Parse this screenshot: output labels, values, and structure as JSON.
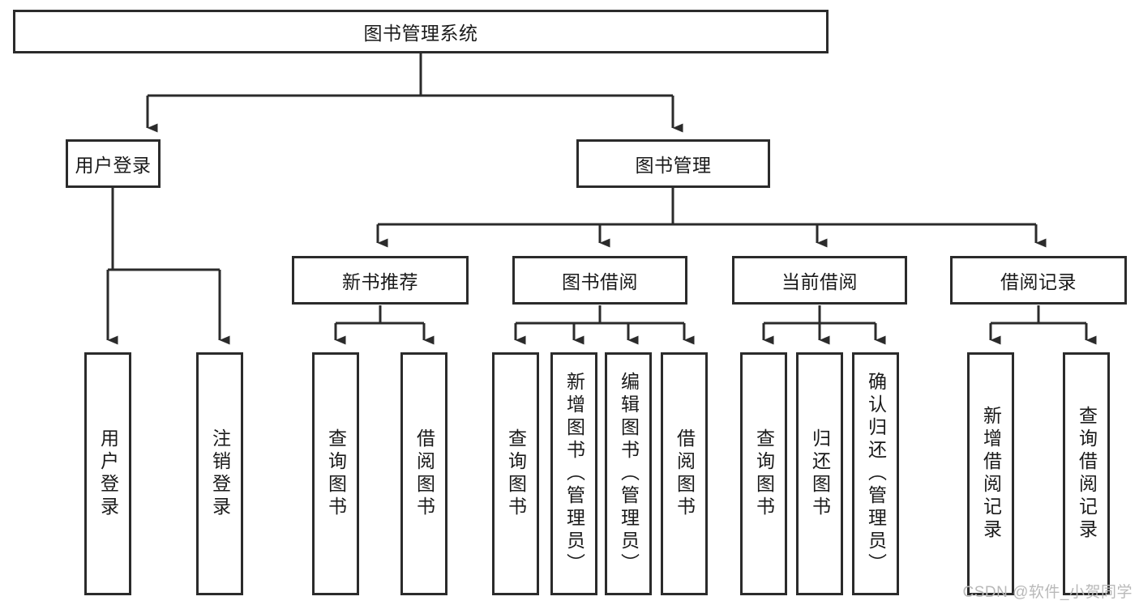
{
  "diagram": {
    "title": "图书管理系统",
    "type": "hierarchy-tree",
    "root": {
      "id": "root",
      "label": "图书管理系统"
    },
    "level2": [
      {
        "id": "user-login",
        "label": "用户登录"
      },
      {
        "id": "book-manage",
        "label": "图书管理"
      }
    ],
    "level3": [
      {
        "id": "new-book-recommend",
        "label": "新书推荐"
      },
      {
        "id": "book-borrow",
        "label": "图书借阅"
      },
      {
        "id": "current-borrow",
        "label": "当前借阅"
      },
      {
        "id": "borrow-record",
        "label": "借阅记录"
      }
    ],
    "leaves": {
      "user_login": [
        {
          "id": "leaf-user-login",
          "label": "用户登录"
        },
        {
          "id": "leaf-logout-login",
          "label": "注销登录"
        }
      ],
      "new_book_recommend": [
        {
          "id": "leaf-query-book-1",
          "label": "查询图书"
        },
        {
          "id": "leaf-borrow-book-1",
          "label": "借阅图书"
        }
      ],
      "book_borrow": [
        {
          "id": "leaf-query-book-2",
          "label": "查询图书"
        },
        {
          "id": "leaf-add-book",
          "label": "新增图书（管理员）"
        },
        {
          "id": "leaf-edit-book",
          "label": "编辑图书（管理员）"
        },
        {
          "id": "leaf-borrow-book-2",
          "label": "借阅图书"
        }
      ],
      "current_borrow": [
        {
          "id": "leaf-query-book-3",
          "label": "查询图书"
        },
        {
          "id": "leaf-return-book",
          "label": "归还图书"
        },
        {
          "id": "leaf-confirm-return",
          "label": "确认归还（管理员）"
        }
      ],
      "borrow_record": [
        {
          "id": "leaf-add-record",
          "label": "新增借阅记录"
        },
        {
          "id": "leaf-query-record",
          "label": "查询借阅记录"
        }
      ]
    }
  },
  "watermark": {
    "text": "CSDN @软件_小贺同学"
  },
  "colors": {
    "stroke": "#2b2b2b",
    "fill": "#ffffff",
    "text": "#1a1a1a",
    "watermark": "#b9b9b9"
  }
}
